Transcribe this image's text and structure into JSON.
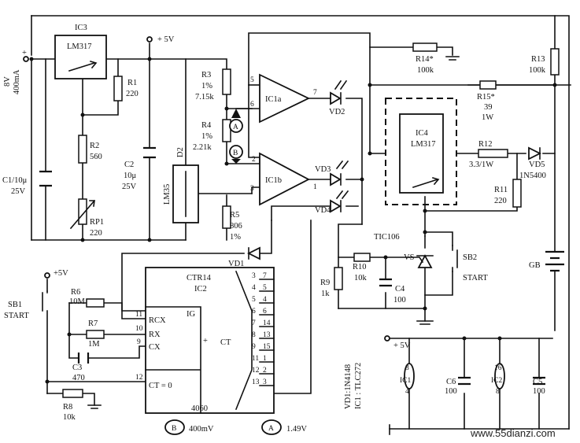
{
  "ics": {
    "ic3_name": "IC3",
    "ic3_part": "LM317",
    "ic4_name": "IC4",
    "ic4_part": "LM317",
    "d2_name": "D2",
    "d2_part": "LM35",
    "ic1a_name": "IC1a",
    "ic1b_name": "IC1b",
    "ic2_title": "CTR14",
    "ic2_name": "IC2",
    "ic2_part": "4060",
    "ic2_pins": {
      "p11": "11",
      "p10": "10",
      "p9": "9",
      "p12": "12",
      "rcx": "RCX",
      "rx": "RX",
      "cx": "CX",
      "ct0": "CT = 0",
      "ig": "IG",
      "ct": "CT",
      "plus": "+"
    },
    "ic2_out_pins": [
      "7",
      "5",
      "4",
      "6",
      "14",
      "13",
      "15",
      "1",
      "2",
      "3"
    ],
    "ic2_out_bits": [
      "3",
      "4",
      "5",
      "6",
      "7",
      "8",
      "9",
      "11",
      "12",
      "13"
    ],
    "opamp_pins": {
      "a5": "5",
      "a6": "6",
      "a7": "7",
      "b2": "2",
      "b3": "3",
      "b1": "1"
    }
  },
  "components": {
    "r1": "R1",
    "r1v": "220",
    "r2": "R2",
    "r2v": "560",
    "rp1": "RP1",
    "rp1v": "220",
    "r3": "R3",
    "r3t": "1%",
    "r3v": "7.15k",
    "r4": "R4",
    "r4t": "1%",
    "r4v": "2.21k",
    "r5": "R5",
    "r5v": "806",
    "r5t": "1%",
    "r6": "R6",
    "r6v": "10M",
    "r7": "R7",
    "r7v": "1M",
    "r8": "R8",
    "r8v": "10k",
    "r9": "R9",
    "r9v": "1k",
    "r10": "R10",
    "r10v": "10k",
    "r11": "R11",
    "r11v": "220",
    "r12": "R12",
    "r12v": "3.3/1W",
    "r13": "R13",
    "r13v": "100k",
    "r14": "R14*",
    "r14v": "100k",
    "r15": "R15*",
    "r15v": "39",
    "r15w": "1W",
    "c1": "C1/10μ",
    "c1v": "25V",
    "c2": "C2",
    "c2v": "10μ",
    "c2w": "25V",
    "c3": "C3",
    "c3v": "470",
    "c4": "C4",
    "c4v": "100",
    "c5": "C5",
    "c5v": "100",
    "c6": "C6",
    "c6v": "100",
    "vd1": "VD1",
    "vd2": "VD2",
    "vd3": "VD3",
    "vd4": "VD4",
    "vd5": "VD5",
    "vd5v": "1N5400",
    "vs": "VS",
    "vs_part": "TIC106",
    "gb": "GB",
    "sb1": "SB1",
    "sb1_label": "START",
    "sb2": "SB2",
    "sb2_label": "START"
  },
  "supply": {
    "v5_a": "+ 5V",
    "v5_b": "+5V",
    "v5_c": "+ 5V",
    "in_v": "8V",
    "in_a": "400mA",
    "plus": "+"
  },
  "power_block": {
    "ic1": "IC1",
    "ic1_top": "8",
    "ic1_bot": "4",
    "ic2": "IC2",
    "ic2_top": "16",
    "ic2_bot": "8"
  },
  "notes": {
    "vd_note": "VD1:1N4148",
    "ic_note": "IC1 : TLC272",
    "legend_b_mark": "B",
    "legend_b_value": "400mV",
    "legend_a_mark": "A",
    "legend_a_value": "1.49V",
    "watermark": "www.55dianzi.com"
  }
}
